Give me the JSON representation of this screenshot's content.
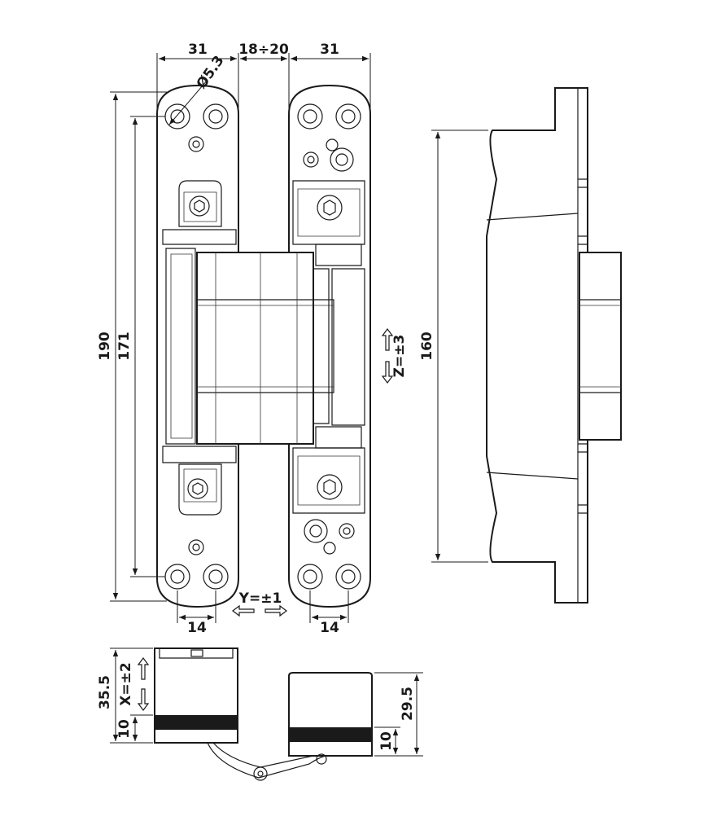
{
  "dimensions": {
    "width_left": "31",
    "gap": "18÷20",
    "width_right": "31",
    "hole_dia": "Ø5.3",
    "height_total": "190",
    "height_inner": "171",
    "height_side": "160",
    "z_adjust": "Z=±3",
    "y_adjust": "Y=±1",
    "hole_spacing_left": "14",
    "hole_spacing_right": "14",
    "depth_left": "35.5",
    "x_adjust": "X=±2",
    "base_left": "10",
    "depth_right": "29.5",
    "base_right": "10"
  }
}
